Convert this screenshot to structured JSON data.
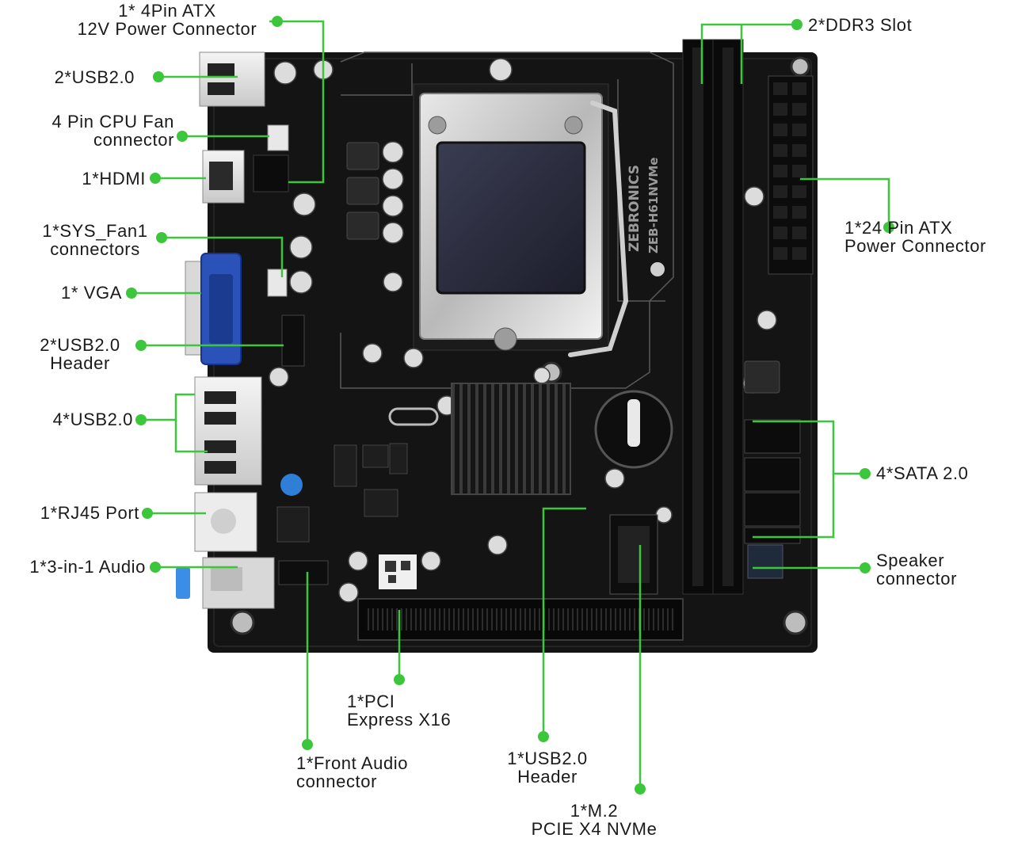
{
  "colors": {
    "callout": "#3cc63c",
    "board": "#141414",
    "silkscreen": "#6f6f6f"
  },
  "board": {
    "brand": "ZEBRONICS",
    "model": "ZEB-H61NVMe"
  },
  "labels": {
    "atx12v": {
      "line1": "1* 4Pin ATX",
      "line2": "12V Power Connector"
    },
    "ddr3": {
      "line1": "2*DDR3 Slot"
    },
    "usb_top": {
      "line1": "2*USB2.0"
    },
    "cpu_fan": {
      "line1": "4 Pin CPU Fan",
      "line2": "connector"
    },
    "hdmi": {
      "line1": "1*HDMI"
    },
    "atx24": {
      "line1": "1*24 Pin ATX",
      "line2": "Power Connector"
    },
    "sys_fan": {
      "line1": "1*SYS_Fan1",
      "line2": "connectors"
    },
    "vga": {
      "line1": "1* VGA"
    },
    "usb_header_left": {
      "line1": "2*USB2.0",
      "line2": "Header"
    },
    "usb_quad": {
      "line1": "4*USB2.0"
    },
    "sata": {
      "line1": "4*SATA 2.0"
    },
    "rj45": {
      "line1": "1*RJ45 Port"
    },
    "audio": {
      "line1": "1*3-in-1 Audio"
    },
    "speaker": {
      "line1": "Speaker",
      "line2": "connector"
    },
    "pcie": {
      "line1": "1*PCI",
      "line2": "Express X16"
    },
    "front_audio": {
      "line1": "1*Front Audio",
      "line2": "connector"
    },
    "usb_header_bottom": {
      "line1": "1*USB2.0",
      "line2": "Header"
    },
    "m2": {
      "line1": "1*M.2",
      "line2": "PCIE X4 NVMe"
    }
  }
}
